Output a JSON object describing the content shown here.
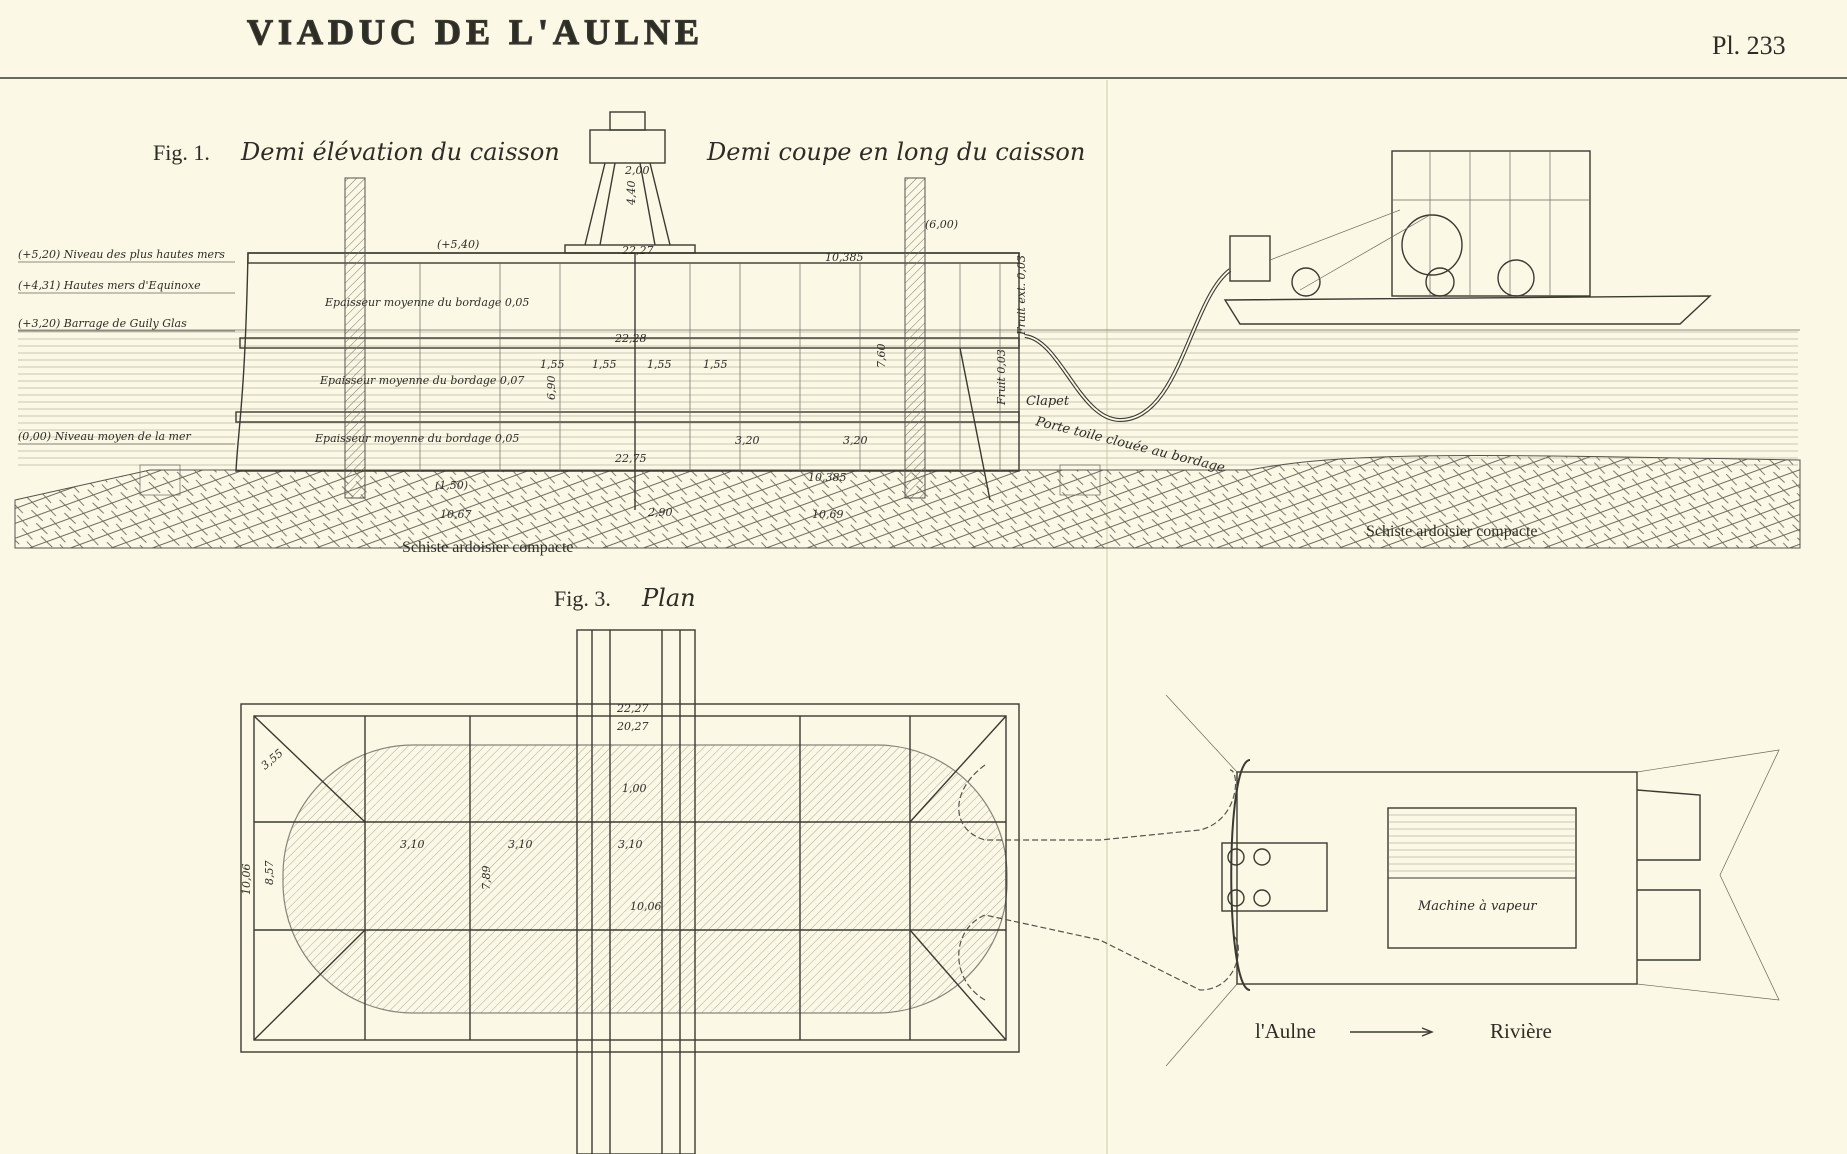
{
  "header": {
    "title": "VIADUC DE L'AULNE",
    "plate": "Pl. 233"
  },
  "fig1": {
    "label": "Fig. 1.",
    "left_caption": "Demi élévation du caisson",
    "right_caption": "Demi coupe en long du caisson",
    "levels": [
      "(+5,20) Niveau des plus hautes mers",
      "(+4,31) Hautes mers d'Equinoxe",
      "(+3,20) Barrage de Guily Glas",
      "(0,00) Niveau moyen de la mer"
    ],
    "bordage": [
      "Epaisseur moyenne du bordage 0,05",
      "Epaisseur moyenne du bordage 0,07",
      "Epaisseur moyenne du bordage 0,05"
    ],
    "dims": {
      "top_left": "(+5,40)",
      "top_right": "(6,00)",
      "length_top": "10,385",
      "tower_base": "22,27",
      "tower_w": "2,00",
      "tower_h": "4,40",
      "s1": "1,55",
      "s2": "1,55",
      "s3": "1,55",
      "s4": "1,55",
      "h_total": "6,90",
      "h_right": "7,60",
      "w1": "3,20",
      "w2": "3,20",
      "bottom": "22,75",
      "length_bottom": "10,385",
      "foot": "(1,50)",
      "base_left": "10,67",
      "base_mid": "2,90",
      "base_right": "10,69",
      "mid_a": "22,28"
    },
    "annotations": {
      "fruit": "Fruit 0,03",
      "fruit_ext": "Fruit ext. 0,03",
      "clapet": "Clapet",
      "porte": "Porte toile clouée au bordage"
    },
    "ground_left": "Schiste ardoisier compacte",
    "ground_right": "Schiste ardoisier compacte"
  },
  "fig3": {
    "label": "Fig. 3.",
    "caption": "Plan",
    "dims": {
      "a": "3,10",
      "b": "3,10",
      "c": "3,10",
      "d": "7,89",
      "e": "10,06",
      "f": "8,57",
      "g": "1,00",
      "h": "22,27",
      "i": "20,27",
      "j": "10,06",
      "k": "3,55"
    },
    "machine": "Machine à vapeur",
    "river_from": "l'Aulne",
    "river_to": "Rivière"
  },
  "colors": {
    "paper": "#fbf8e6",
    "ink": "#3b3a30"
  }
}
